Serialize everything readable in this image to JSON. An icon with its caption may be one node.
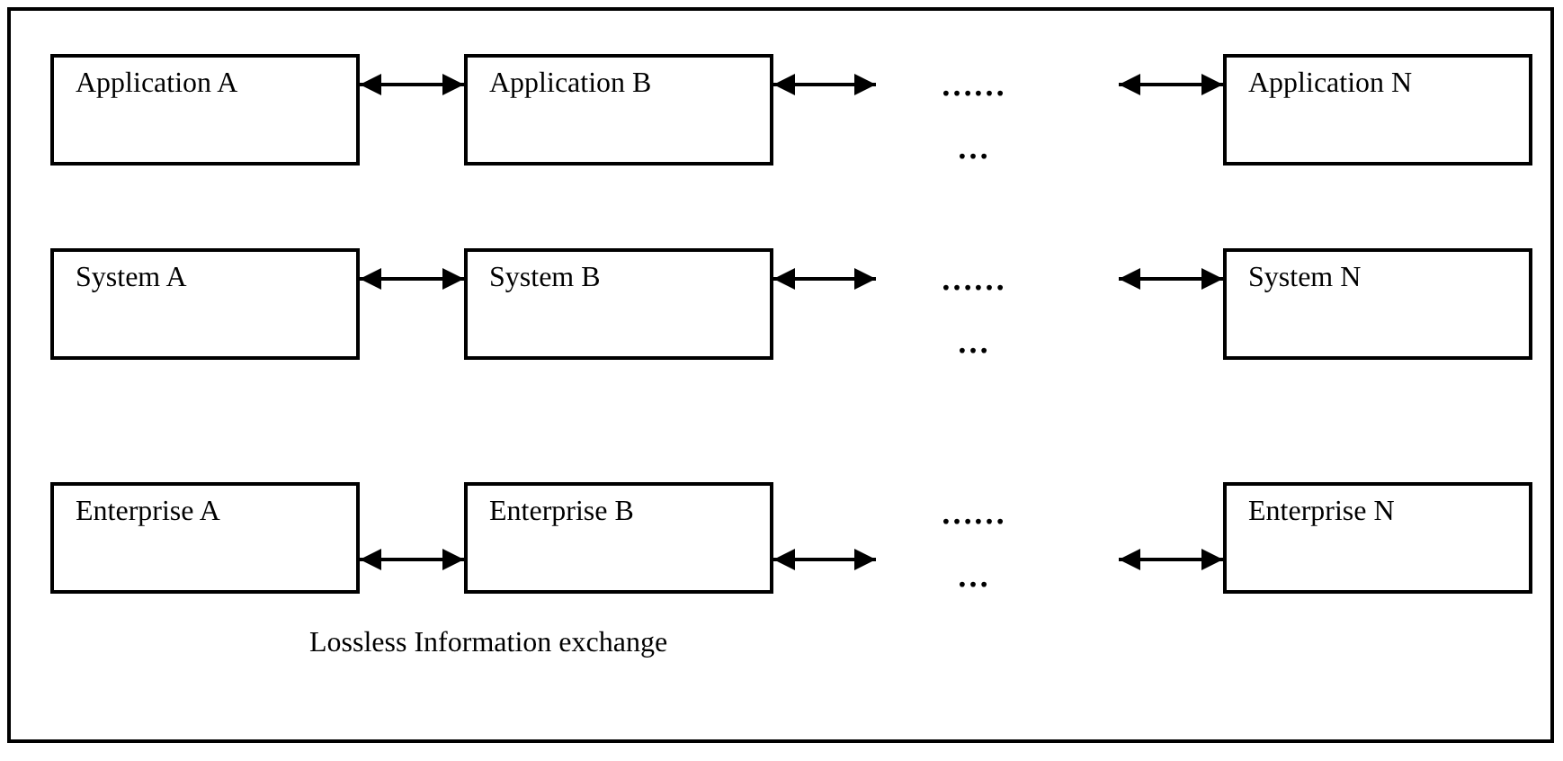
{
  "diagram": {
    "nodes": [
      {
        "text": [
          "Application A"
        ]
      },
      {
        "text": [
          "Application B"
        ]
      },
      {
        "text": [
          "……",
          "…"
        ]
      },
      {
        "text": [
          "Application N"
        ]
      },
      {
        "text": [
          "System A"
        ]
      },
      {
        "text": [
          "System B"
        ]
      },
      {
        "text": [
          "……",
          "…"
        ]
      },
      {
        "text": [
          "System N"
        ]
      },
      {
        "text": [
          "Enterprise A"
        ]
      },
      {
        "text": [
          "Enterprise B"
        ]
      },
      {
        "text": [
          "……",
          "…"
        ]
      },
      {
        "text": [
          "Enterprise N"
        ]
      }
    ],
    "edges": [
      {
        "from": 0,
        "to": 1,
        "arrow": "both"
      },
      {
        "from": 1,
        "to": 2,
        "arrow": "both"
      },
      {
        "from": 2,
        "to": 3,
        "arrow": "both"
      },
      {
        "from": 4,
        "to": 5,
        "arrow": "both"
      },
      {
        "from": 5,
        "to": 6,
        "arrow": "both"
      },
      {
        "from": 6,
        "to": 7,
        "arrow": "both"
      },
      {
        "from": 8,
        "to": 9,
        "arrow": "both"
      },
      {
        "from": 9,
        "to": 10,
        "arrow": "both"
      },
      {
        "from": 10,
        "to": 11,
        "arrow": "both"
      }
    ],
    "labels": [
      "Lossless Information exchange"
    ]
  }
}
